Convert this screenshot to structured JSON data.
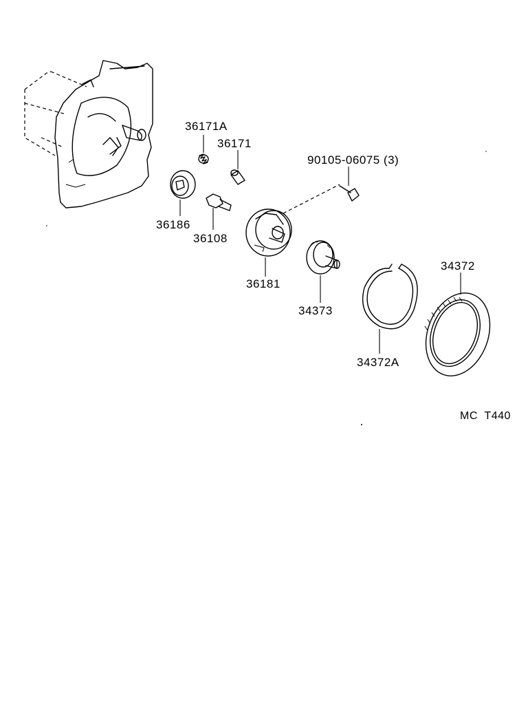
{
  "diagram": {
    "code": "MC  T440",
    "labels": {
      "p36171A": "36171A",
      "p36171": "36171",
      "p90105": "90105-06075 (3)",
      "p36186": "36186",
      "p36108": "36108",
      "p36181": "36181",
      "p34373": "34373",
      "p34372": "34372",
      "p34372A": "34372A"
    }
  }
}
